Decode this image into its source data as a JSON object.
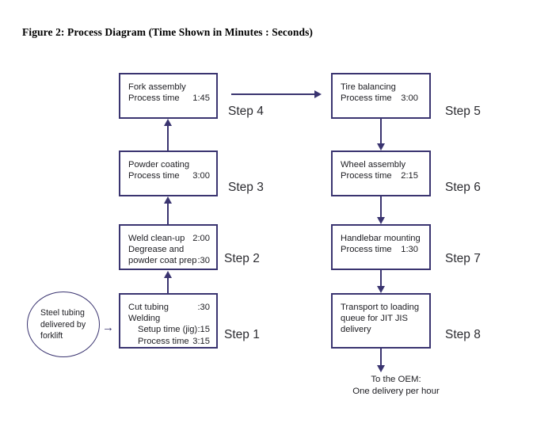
{
  "figure": {
    "title": "Figure 2: Process Diagram (Time Shown in Minutes : Seconds)"
  },
  "colors": {
    "stroke": "#3a3470",
    "text": "#1d1d22",
    "step_label": "#2b2b30"
  },
  "source": {
    "name": "steel-tubing-source",
    "lines": [
      "Steel tubing",
      "delivered by",
      "forklift"
    ]
  },
  "arrow_into_step1": "→",
  "steps": [
    {
      "id": "step-1",
      "label": "Step 1",
      "column": "left",
      "rows": [
        {
          "text": "Cut tubing",
          "time": ":30",
          "indent": false
        },
        {
          "text": "Welding",
          "time": "",
          "indent": false
        },
        {
          "text": "Setup time (jig)",
          "time": ":15",
          "indent": true
        },
        {
          "text": "Process time",
          "time": "3:15",
          "indent": true
        }
      ]
    },
    {
      "id": "step-2",
      "label": "Step 2",
      "column": "left",
      "rows": [
        {
          "text": "Weld clean-up",
          "time": "2:00",
          "indent": false
        },
        {
          "text": "Degrease and",
          "time": "",
          "indent": false
        },
        {
          "text": "powder coat prep",
          "time": ":30",
          "indent": false
        }
      ]
    },
    {
      "id": "step-3",
      "label": "Step 3",
      "column": "left",
      "rows": [
        {
          "text": "Powder coating",
          "time": "",
          "indent": false
        },
        {
          "text": "Process time",
          "time": "3:00",
          "indent": false
        }
      ]
    },
    {
      "id": "step-4",
      "label": "Step 4",
      "column": "left",
      "rows": [
        {
          "text": "Fork assembly",
          "time": "",
          "indent": false
        },
        {
          "text": "Process time",
          "time": "1:45",
          "indent": false
        }
      ]
    },
    {
      "id": "step-5",
      "label": "Step 5",
      "column": "right",
      "rows": [
        {
          "text": "Tire balancing",
          "time": "",
          "indent": false
        },
        {
          "text": "Process time",
          "time": "3:00",
          "indent": false
        }
      ]
    },
    {
      "id": "step-6",
      "label": "Step 6",
      "column": "right",
      "rows": [
        {
          "text": "Wheel assembly",
          "time": "",
          "indent": false
        },
        {
          "text": "Process time",
          "time": "2:15",
          "indent": false
        }
      ]
    },
    {
      "id": "step-7",
      "label": "Step 7",
      "column": "right",
      "rows": [
        {
          "text": "Handlebar mounting",
          "time": "",
          "indent": false
        },
        {
          "text": "Process time",
          "time": "1:30",
          "indent": false
        }
      ]
    },
    {
      "id": "step-8",
      "label": "Step 8",
      "column": "right",
      "rows": [
        {
          "text": "Transport to loading",
          "time": "",
          "indent": false
        },
        {
          "text": "queue for JIT JIS",
          "time": "",
          "indent": false
        },
        {
          "text": "delivery",
          "time": "",
          "indent": false
        }
      ]
    }
  ],
  "outlet": {
    "lines": [
      "To the OEM:",
      "One delivery per hour"
    ]
  }
}
